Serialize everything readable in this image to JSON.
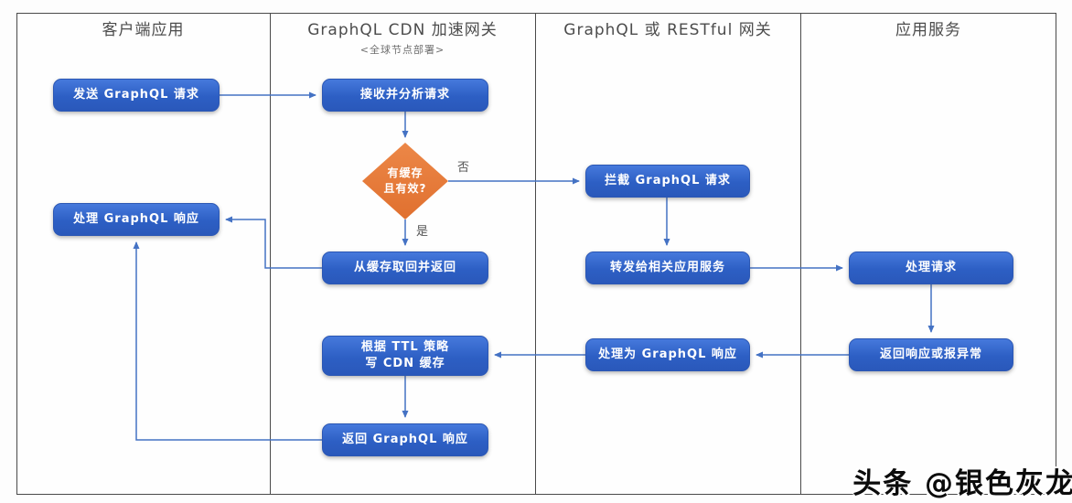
{
  "lanes": [
    {
      "title": "客户端应用",
      "subtitle": ""
    },
    {
      "title": "GraphQL CDN 加速网关",
      "subtitle": "<全球节点部署>"
    },
    {
      "title": "GraphQL 或 RESTful 网关",
      "subtitle": ""
    },
    {
      "title": "应用服务",
      "subtitle": ""
    }
  ],
  "nodes": {
    "send_request": "发送 GraphQL 请求",
    "handle_response": "处理 GraphQL 响应",
    "receive_analyze": "接收并分析请求",
    "cache_decision": "有缓存\n且有效?",
    "fetch_cache": "从缓存取回并返回",
    "ttl_write": "根据 TTL 策略\n写 CDN 缓存",
    "return_response": "返回 GraphQL 响应",
    "intercept": "拦截 GraphQL 请求",
    "forward": "转发给相关应用服务",
    "process_to_graphql": "处理为 GraphQL 响应",
    "process_request": "处理请求",
    "return_or_error": "返回响应或报异常"
  },
  "edge_labels": {
    "no": "否",
    "yes": "是"
  },
  "watermark": "头条 @银色灰龙",
  "colors": {
    "node_blue": "#2d5fc4",
    "decision_orange": "#e0702f",
    "arrow_blue": "#4472c4",
    "frame_gray": "#4a4a4a"
  }
}
